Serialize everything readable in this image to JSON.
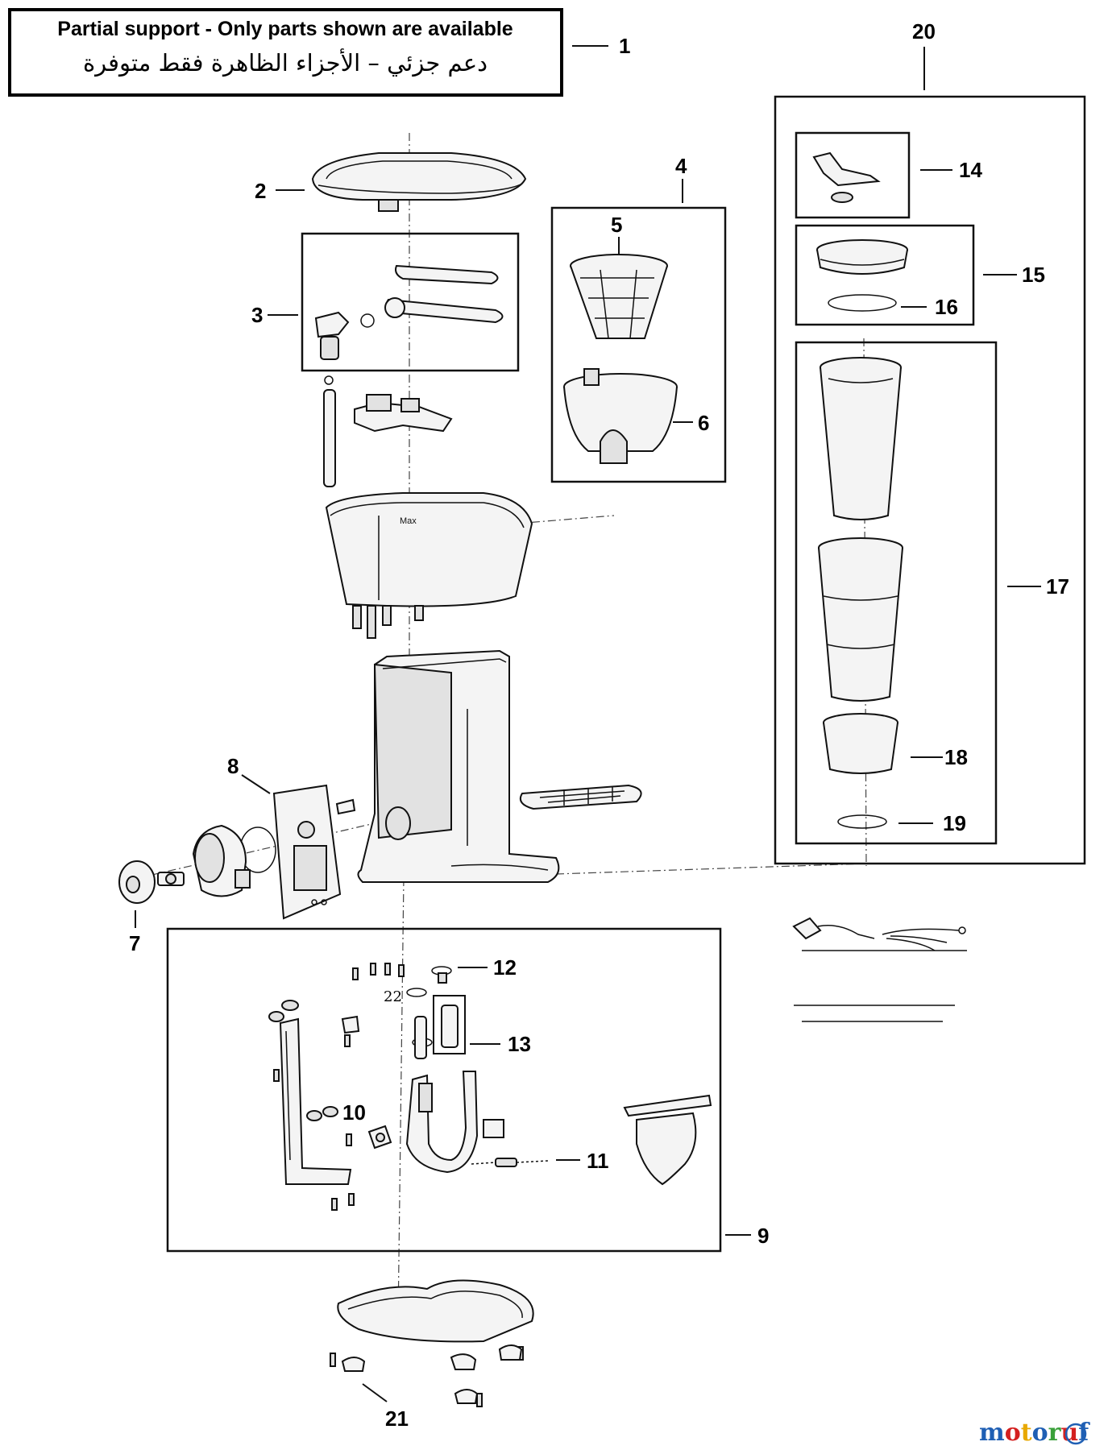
{
  "notice": {
    "english": "Partial support - Only parts shown are available",
    "arabic": "دعم جزئي – الأجزاء الظاهرة فقط متوفرة"
  },
  "labels": {
    "p1": "1",
    "p2": "2",
    "p3": "3",
    "p4": "4",
    "p5": "5",
    "p6": "6",
    "p7": "7",
    "p8": "8",
    "p9": "9",
    "p10": "10",
    "p11": "11",
    "p12": "12",
    "p13": "13",
    "p14": "14",
    "p15": "15",
    "p16": "16",
    "p17": "17",
    "p18": "18",
    "p19": "19",
    "p20": "20",
    "p21": "21",
    "p22": "22",
    "max_mark": "Max"
  },
  "watermark": {
    "text": "motoruf",
    "colors": [
      "#1f5fb4",
      "#d42020",
      "#e8a800",
      "#1f5fb4",
      "#3aa03a",
      "#d42020",
      "#1f5fb4"
    ]
  }
}
